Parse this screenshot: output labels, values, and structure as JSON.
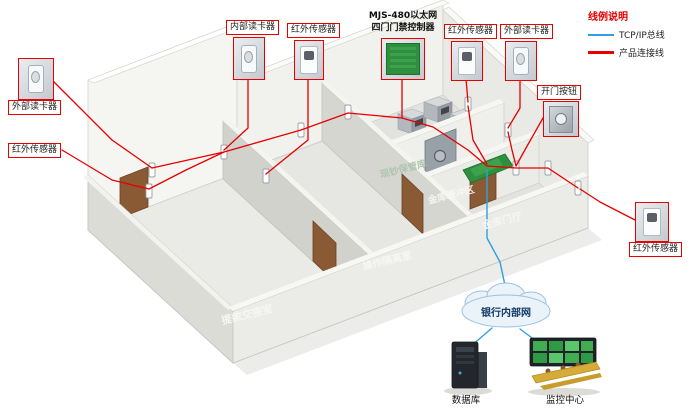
{
  "legend": {
    "title": "线例说明",
    "items": [
      {
        "label": "TCP/IP总线",
        "color": "#2da0e0"
      },
      {
        "label": "产品连接线",
        "color": "#e60000"
      }
    ]
  },
  "callouts": {
    "external_reader_left": "外部读卡器",
    "ir_left": "红外传感器",
    "internal_reader": "内部读卡器",
    "ir_top": "红外传感器",
    "controller_line1": "MJS-480以太网",
    "controller_line2": "四门门禁控制器",
    "ir_top_right": "红外传感器",
    "external_reader_top": "外部读卡器",
    "door_button": "开门按钮",
    "ir_right": "红外传感器"
  },
  "rooms": {
    "cash_storage_vault": "现钞保管库",
    "vault_buffer": "金库缓冲区",
    "vault_foyer": "金库门厅",
    "operation_isolation_room": "操作隔离室",
    "cash_handover_room": "提款交接室"
  },
  "network": {
    "cloud": "银行内部网",
    "database": "数据库",
    "monitoring_center": "监控中心"
  }
}
